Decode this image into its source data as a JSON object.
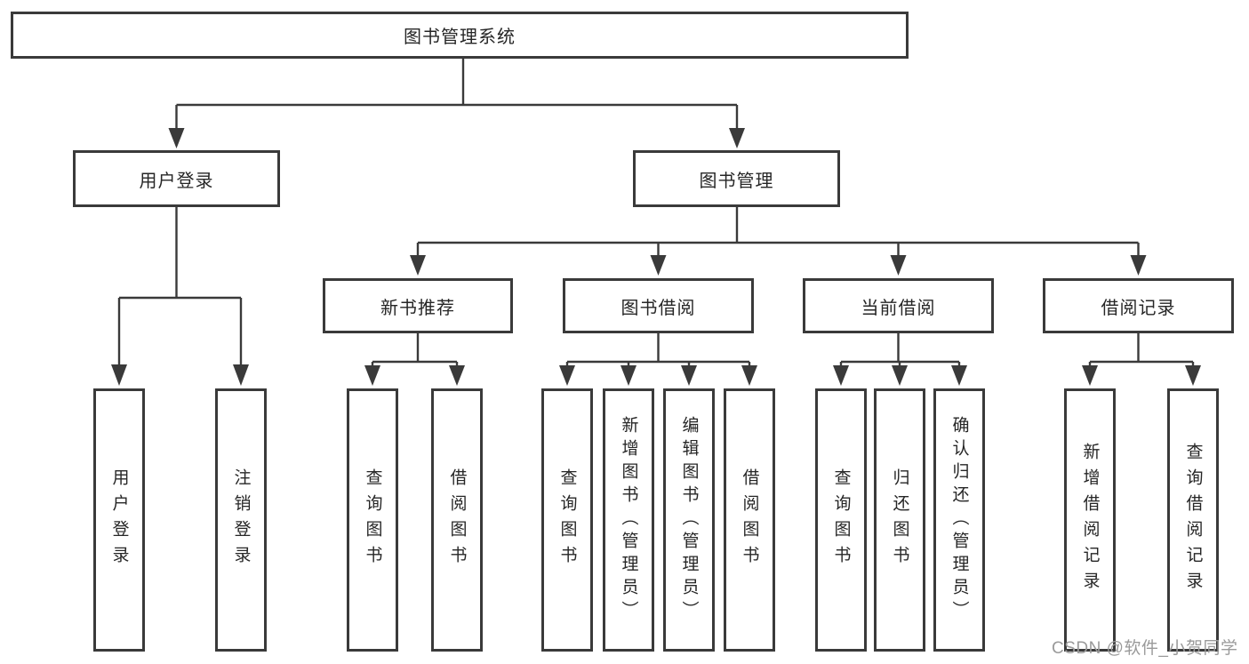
{
  "tree": {
    "root": {
      "label": "图书管理系统"
    },
    "user_login": {
      "label": "用户登录",
      "children": [
        {
          "label": "用户登录"
        },
        {
          "label": "注销登录"
        }
      ]
    },
    "book_mgmt": {
      "label": "图书管理",
      "groups": [
        {
          "label": "新书推荐",
          "children": [
            {
              "label": "查询图书"
            },
            {
              "label": "借阅图书"
            }
          ]
        },
        {
          "label": "图书借阅",
          "children": [
            {
              "label": "查询图书"
            },
            {
              "label": "新增图书（管理员）"
            },
            {
              "label": "编辑图书（管理员）"
            },
            {
              "label": "借阅图书"
            }
          ]
        },
        {
          "label": "当前借阅",
          "children": [
            {
              "label": "查询图书"
            },
            {
              "label": "归还图书"
            },
            {
              "label": "确认归还（管理员）"
            }
          ]
        },
        {
          "label": "借阅记录",
          "children": [
            {
              "label": "新增借阅记录"
            },
            {
              "label": "查询借阅记录"
            }
          ]
        }
      ]
    }
  },
  "watermark": {
    "text": "CSDN @软件_小贺同学"
  },
  "colors": {
    "line": "#3a3a3a",
    "box_border": "#3a3a3a",
    "text": "#262626",
    "watermark": "#9a9a9a",
    "background": "#ffffff"
  }
}
